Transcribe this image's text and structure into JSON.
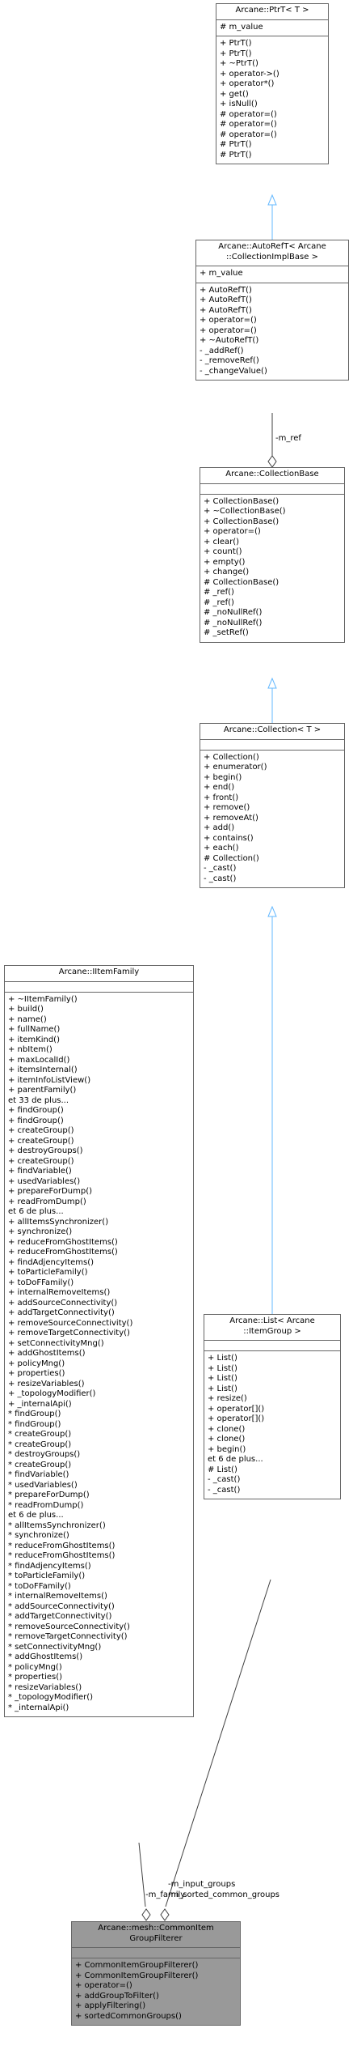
{
  "classes": {
    "ptr": {
      "title": [
        "Arcane::PtrT< T >"
      ],
      "attributes": [
        "# m_value"
      ],
      "methods": [
        "+ PtrT()",
        "+ PtrT()",
        "+ ~PtrT()",
        "+ operator->()",
        "+ operator*()",
        "+ get()",
        "+ isNull()",
        "# operator=()",
        "# operator=()",
        "# operator=()",
        "# PtrT()",
        "# PtrT()"
      ]
    },
    "autoref": {
      "title": [
        "Arcane::AutoRefT< Arcane",
        "::CollectionImplBase >"
      ],
      "attributes": [
        "+ m_value"
      ],
      "methods": [
        "+ AutoRefT()",
        "+ AutoRefT()",
        "+ AutoRefT()",
        "+ operator=()",
        "+ operator=()",
        "+ ~AutoRefT()",
        "- _addRef()",
        "- _removeRef()",
        "- _changeValue()"
      ]
    },
    "collbase": {
      "title": [
        "Arcane::CollectionBase"
      ],
      "attributes": [],
      "methods": [
        "+ CollectionBase()",
        "+ ~CollectionBase()",
        "+ CollectionBase()",
        "+ operator=()",
        "+ clear()",
        "+ count()",
        "+ empty()",
        "+ change()",
        "# CollectionBase()",
        "# _ref()",
        "# _ref()",
        "# _noNullRef()",
        "# _noNullRef()",
        "# _setRef()"
      ]
    },
    "coll": {
      "title": [
        "Arcane::Collection< T >"
      ],
      "attributes": [],
      "methods": [
        "+ Collection()",
        "+ enumerator()",
        "+ begin()",
        "+ end()",
        "+ front()",
        "+ remove()",
        "+ removeAt()",
        "+ add()",
        "+ contains()",
        "+ each()",
        "# Collection()",
        "- _cast()",
        "- _cast()"
      ]
    },
    "list": {
      "title": [
        "Arcane::List< Arcane",
        "::ItemGroup >"
      ],
      "attributes": [],
      "methods": [
        "+ List()",
        "+ List()",
        "+ List()",
        "+ List()",
        "+ resize()",
        "+ operator[]()",
        "+ operator[]()",
        "+ clone()",
        "+ clone()",
        "+ begin()",
        "et 6 de plus...",
        "# List()",
        "- _cast()",
        "- _cast()"
      ]
    },
    "family": {
      "title": [
        "Arcane::IItemFamily"
      ],
      "attributes": [],
      "methods": [
        "+ ~IItemFamily()",
        "+ build()",
        "+ name()",
        "+ fullName()",
        "+ itemKind()",
        "+ nbItem()",
        "+ maxLocalId()",
        "+ itemsInternal()",
        "+ itemInfoListView()",
        "+ parentFamily()",
        "et 33 de plus...",
        "+ findGroup()",
        "+ findGroup()",
        "+ createGroup()",
        "+ createGroup()",
        "+ destroyGroups()",
        "+ createGroup()",
        "+ findVariable()",
        "+ usedVariables()",
        "+ prepareForDump()",
        "+ readFromDump()",
        "et 6 de plus...",
        "+ allItemsSynchronizer()",
        "+ synchronize()",
        "+ reduceFromGhostItems()",
        "+ reduceFromGhostItems()",
        "+ findAdjencyItems()",
        "+ toParticleFamily()",
        "+ toDoFFamily()",
        "+ internalRemoveItems()",
        "+ addSourceConnectivity()",
        "+ addTargetConnectivity()",
        "+ removeSourceConnectivity()",
        "+ removeTargetConnectivity()",
        "+ setConnectivityMng()",
        "+ addGhostItems()",
        "+ policyMng()",
        "+ properties()",
        "+ resizeVariables()",
        "+ _topologyModifier()",
        "+ _internalApi()",
        "* findGroup()",
        "* findGroup()",
        "* createGroup()",
        "* createGroup()",
        "* destroyGroups()",
        "* createGroup()",
        "* findVariable()",
        "* usedVariables()",
        "* prepareForDump()",
        "* readFromDump()",
        "et 6 de plus...",
        "* allItemsSynchronizer()",
        "* synchronize()",
        "* reduceFromGhostItems()",
        "* reduceFromGhostItems()",
        "* findAdjencyItems()",
        "* toParticleFamily()",
        "* toDoFFamily()",
        "* internalRemoveItems()",
        "* addSourceConnectivity()",
        "* addTargetConnectivity()",
        "* removeSourceConnectivity()",
        "* removeTargetConnectivity()",
        "* setConnectivityMng()",
        "* addGhostItems()",
        "* policyMng()",
        "* properties()",
        "* resizeVariables()",
        "* _topologyModifier()",
        "* _internalApi()"
      ]
    },
    "filterer": {
      "title": [
        "Arcane::mesh::CommonItem",
        "GroupFilterer"
      ],
      "attributes": [],
      "methods": [
        "+ CommonItemGroupFilterer()",
        "+ CommonItemGroupFilterer()",
        "+ operator=()",
        "+ addGroupToFilter()",
        "+ applyFiltering()",
        "+ sortedCommonGroups()"
      ]
    }
  },
  "edge_labels": {
    "m_ref": "-m_ref",
    "m_family": "-m_family",
    "m_input": "-m_input_groups\n-m_sorted_common_groups"
  },
  "colors": {
    "border": "#666666",
    "inheritance": "#63b8ff",
    "association": "#404040",
    "highlight": "#999999"
  }
}
